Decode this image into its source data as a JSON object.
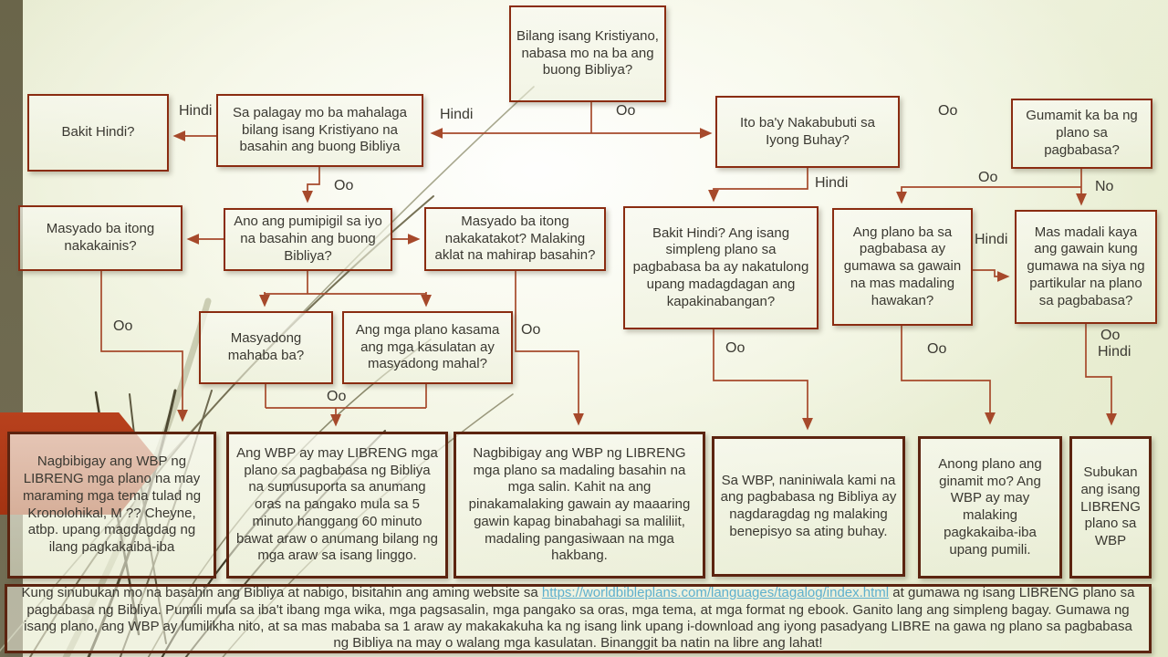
{
  "slide_type": "flowchart",
  "colors": {
    "accent_red_callout": "#b23a18",
    "connector_line": "#a6492b",
    "box_border": "#8a2c11",
    "box_border_dark": "#5c2410",
    "link": "#5fb0cd",
    "left_stripe": "#6e6950"
  },
  "flowchart": {
    "nodes": {
      "start": {
        "text": "Bilang isang Kristiyano, nabasa mo na ba ang buong Bibliya?"
      },
      "bakit_hindi": {
        "text": "Bakit Hindi?"
      },
      "sa_palagay": {
        "text": "Sa palagay mo ba mahalaga bilang isang Kristiyano na basahin ang buong Bibliya"
      },
      "nakabubuti": {
        "text": "Ito ba'y Nakabubuti sa Iyong Buhay?"
      },
      "gumamit": {
        "text": "Gumamit ka ba ng plano sa pagbabasa?"
      },
      "nakakainis": {
        "text": "Masyado ba itong nakakainis?"
      },
      "pumipigil": {
        "text": "Ano ang pumipigil sa iyo na basahin ang buong Bibliya?"
      },
      "nakakatakot": {
        "text": "Masyado ba itong nakakatakot? Malaking aklat na mahirap basahin?"
      },
      "bakit_hindi2": {
        "text": "Bakit Hindi?  Ang isang simpleng plano sa pagbabasa ba ay nakatulong upang madagdagan ang kapakinabangan?"
      },
      "plano_gumawa": {
        "text": "Ang plano ba sa pagbabasa ay gumawa sa gawain na mas madaling hawakan?"
      },
      "mas_madali": {
        "text": "Mas madali kaya ang gawain kung gumawa na siya ng partikular na plano sa pagbabasa?"
      },
      "mahaba": {
        "text": "Masyadong mahaba ba?"
      },
      "mahal": {
        "text": "Ang mga plano kasama ang mga kasulatan ay masyadong mahal?"
      },
      "wbp_tema": {
        "text": "Nagbibigay ang WBP ng LIBRENG mga plano na may maraming mga tema tulad ng Kronolohikal,  M ?? Cheyne, atbp. upang magdagdag ng ilang pagkakaiba-iba"
      },
      "wbp_oras": {
        "text": "Ang WBP ay may LIBRENG mga plano sa pagbabasa ng Bibliya na sumusuporta sa anumang oras na pangako mula sa 5 minuto hanggang 60 minuto bawat araw o anumang bilang ng mga araw sa isang linggo."
      },
      "wbp_salin": {
        "text": "Nagbibigay ang WBP ng LIBRENG mga plano sa madaling basahin na mga salin. Kahit na ang pinakamalaking gawain ay maaaring gawin kapag binabahagi sa maliliit, madaling pangasiwaan na mga hakbang."
      },
      "wbp_benepisyo": {
        "text": "Sa WBP, naniniwala kami na ang pagbabasa ng Bibliya ay nagdaragdag ng malaking benepisyo sa ating buhay."
      },
      "anong_plano": {
        "text": "Anong plano ang ginamit mo? Ang WBP ay may malaking pagkakaiba-iba upang pumili."
      },
      "subukan": {
        "text": "Subukan ang isang LIBRENG plano sa WBP"
      }
    },
    "labels": {
      "l1": "Hindi",
      "l2": "Hindi",
      "l3": "Oo",
      "l4": "Oo",
      "l5": "Oo",
      "l6": "Hindi",
      "l7": "Oo",
      "l8": "No",
      "l9": "Oo",
      "l10": "Oo",
      "l11": "Hindi",
      "l12": "Oo",
      "l13": "Oo",
      "l14": "Oo",
      "l15": "Oo",
      "l16": "Hindi"
    }
  },
  "banner": {
    "before_link": "Kung sinubukan mo na basahin ang Bibliya at nabigo, bisitahin ang aming website sa ",
    "link_text": "https://worldbibleplans.com/languages/tagalog/index.html",
    "link_href": "https://worldbibleplans.com/languages/tagalog/index.html",
    "after_link": " at gumawa ng isang LIBRENG plano sa pagbabasa ng Bibliya. Pumili mula sa iba't ibang mga wika, mga pagsasalin, mga pangako sa oras, mga tema, at mga format ng ebook. Ganito lang ang simpleng bagay. Gumawa ng isang plano, ang WBP ay lumilikha nito, at sa mas mababa sa 1 araw ay makakakuha ka ng isang link upang i-download ang iyong pasadyang LIBRE na gawa ng plano sa pagbabasa ng Bibliya na may o walang mga kasulatan. Binanggit ba natin na libre ang lahat!"
  }
}
